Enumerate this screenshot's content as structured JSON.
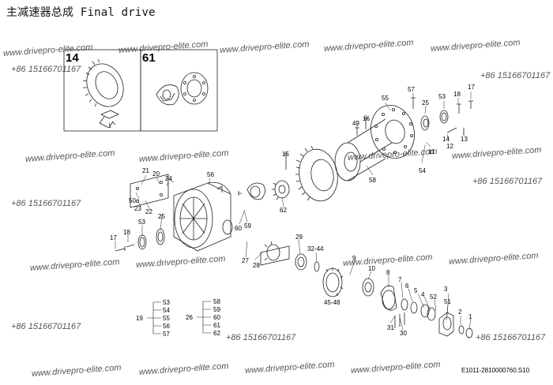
{
  "title": "主减速器总成 Final drive",
  "watermarks": {
    "url": "www.drivepro-elite.com",
    "phone": "+86 15166701167"
  },
  "insets": [
    {
      "label": "14"
    },
    {
      "label": "61"
    }
  ],
  "part_numbers": [
    "57",
    "55",
    "25",
    "53",
    "18",
    "17",
    "49",
    "16",
    "11",
    "14",
    "12",
    "13",
    "15",
    "54",
    "58",
    "21",
    "20",
    "24",
    "56",
    "50",
    "23",
    "22",
    "25",
    "17",
    "18",
    "53",
    "60",
    "59",
    "62",
    "27",
    "28",
    "29",
    "32-44",
    "9",
    "10",
    "8",
    "7",
    "6",
    "5",
    "4",
    "52",
    "3",
    "51",
    "2",
    "1",
    "45-48",
    "31",
    "30"
  ],
  "legend_19": {
    "parent": "19",
    "children": [
      "53",
      "54",
      "55",
      "56",
      "57"
    ]
  },
  "legend_26": {
    "parent": "26",
    "children": [
      "58",
      "59",
      "60",
      "61",
      "62"
    ]
  },
  "drawing_number": "E1011-2810000760.S10"
}
